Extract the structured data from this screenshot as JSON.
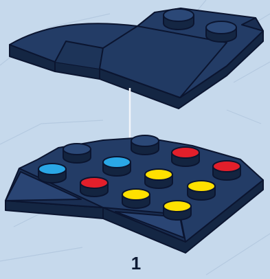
{
  "step": {
    "number": "1"
  },
  "colors": {
    "background": "#c6d9ec",
    "brick_top": "#233c66",
    "brick_side": "#1a2e52",
    "brick_dark": "#132440",
    "outline": "#0b1530",
    "stud_blue": "#2aa7e6",
    "stud_red": "#e21f2b",
    "stud_yellow": "#ffe000",
    "connector_line": "#f2f5fa"
  },
  "studs": [
    {
      "color": "dark"
    },
    {
      "color": "dark"
    },
    {
      "color": "red"
    },
    {
      "color": "red"
    },
    {
      "color": "blue"
    },
    {
      "color": "blue"
    },
    {
      "color": "yellow"
    },
    {
      "color": "yellow"
    },
    {
      "color": "red"
    },
    {
      "color": "yellow"
    },
    {
      "color": "yellow"
    }
  ]
}
